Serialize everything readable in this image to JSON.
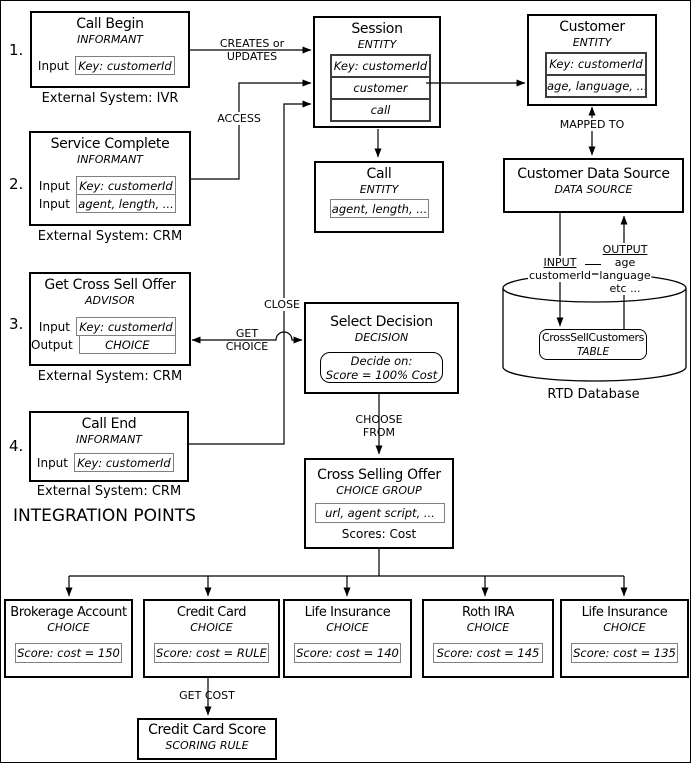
{
  "colors": {
    "line": "#000000",
    "inner_border": "#808080",
    "background": "#ffffff"
  },
  "heading": "INTEGRATION POINTS",
  "integration_points": [
    {
      "number": "1.",
      "title": "Call Begin",
      "type": "INFORMANT",
      "rows": [
        {
          "label": "Input",
          "value": "Key: customerId"
        }
      ],
      "external": "External System: IVR"
    },
    {
      "number": "2.",
      "title": "Service Complete",
      "type": "INFORMANT",
      "rows": [
        {
          "label": "Input",
          "value": "Key: customerId"
        },
        {
          "label": "Input",
          "value": "agent, length, ..."
        }
      ],
      "external": "External System: CRM"
    },
    {
      "number": "3.",
      "title": "Get Cross Sell Offer",
      "type": "ADVISOR",
      "rows": [
        {
          "label": "Input",
          "value": "Key: customerId"
        },
        {
          "label": "Output",
          "value": "CHOICE"
        }
      ],
      "external": "External System: CRM"
    },
    {
      "number": "4.",
      "title": "Call End",
      "type": "INFORMANT",
      "rows": [
        {
          "label": "Input",
          "value": "Key: customerId"
        }
      ],
      "external": "External System: CRM"
    }
  ],
  "session": {
    "title": "Session",
    "type": "ENTITY",
    "rows": [
      "Key: customerId",
      "customer",
      "call"
    ]
  },
  "call_entity": {
    "title": "Call",
    "type": "ENTITY",
    "attributes": "agent, length, ..."
  },
  "customer": {
    "title": "Customer",
    "type": "ENTITY",
    "rows": [
      "Key: customerId",
      "age, language, ..."
    ]
  },
  "customer_data_source": {
    "title": "Customer Data Source",
    "type": "DATA SOURCE"
  },
  "rtd_database": {
    "caption": "RTD Database",
    "table": {
      "title": "CrossSellCustomers",
      "type": "TABLE"
    },
    "input": {
      "label": "INPUT",
      "value": "customerId"
    },
    "output": {
      "label": "OUTPUT",
      "values": [
        "age",
        "language",
        "etc ..."
      ]
    }
  },
  "select_decision": {
    "title": "Select Decision",
    "type": "DECISION",
    "rule": [
      "Decide on:",
      "Score = 100% Cost"
    ]
  },
  "cross_selling_offer": {
    "title": "Cross Selling Offer",
    "type": "CHOICE GROUP",
    "attributes": "url, agent script, ...",
    "scores": "Scores: Cost"
  },
  "choices": [
    {
      "title": "Brokerage Account",
      "type": "CHOICE",
      "score": "Score: cost = 150"
    },
    {
      "title": "Credit Card",
      "type": "CHOICE",
      "score": "Score: cost = RULE"
    },
    {
      "title": "Life Insurance",
      "type": "CHOICE",
      "score": "Score: cost = 140"
    },
    {
      "title": "Roth IRA",
      "type": "CHOICE",
      "score": "Score: cost = 145"
    },
    {
      "title": "Life Insurance",
      "type": "CHOICE",
      "score": "Score: cost = 135"
    }
  ],
  "credit_card_score": {
    "title": "Credit Card Score",
    "type": "SCORING RULE"
  },
  "labels": {
    "creates": [
      "CREATES or",
      "UPDATES"
    ],
    "access": "ACCESS",
    "close": "CLOSE",
    "get_choice": [
      "GET",
      "CHOICE"
    ],
    "choose_from": [
      "CHOOSE",
      "FROM"
    ],
    "mapped_to": "MAPPED TO",
    "get_cost": "GET COST"
  }
}
